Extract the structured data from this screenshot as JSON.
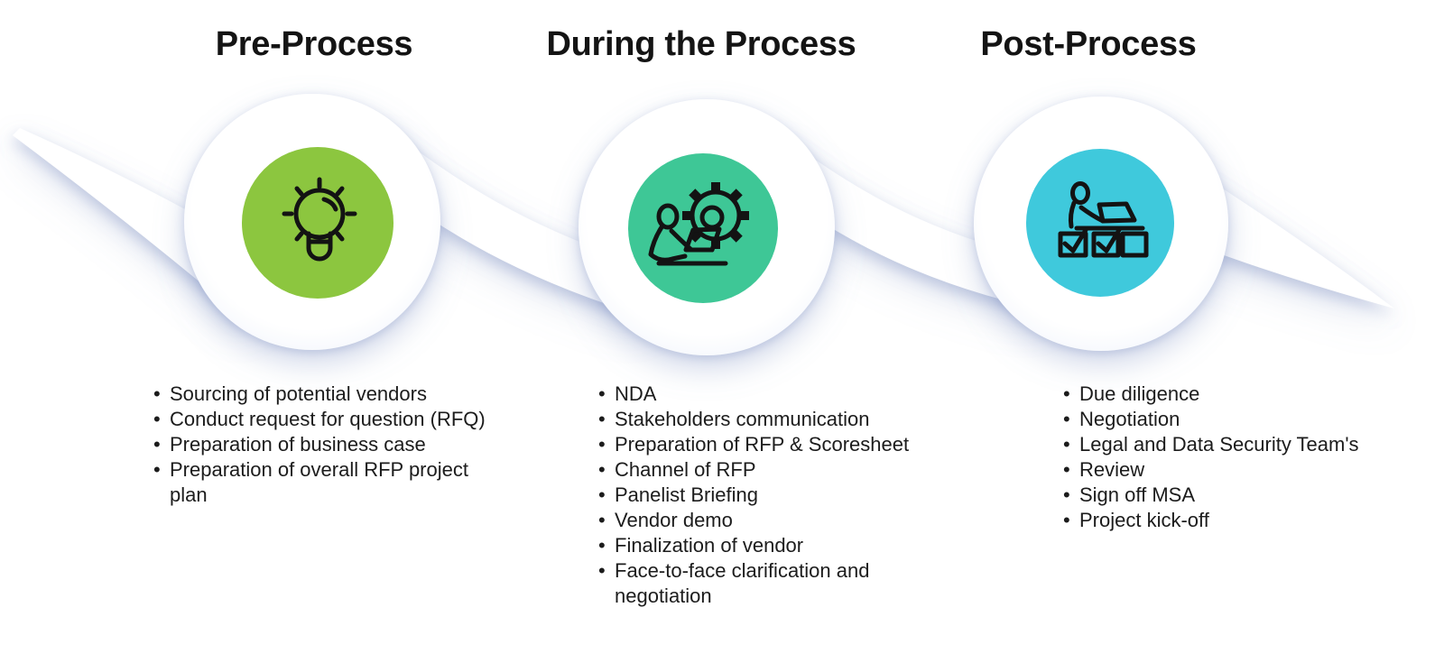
{
  "phases": [
    {
      "title": "Pre-Process",
      "icon": "lightbulb-icon",
      "circle_color": "#8CC63F",
      "items": [
        "Sourcing of potential vendors",
        "Conduct request for question (RFQ)",
        "Preparation of business case",
        "Preparation of overall RFP project plan"
      ]
    },
    {
      "title": "During the Process",
      "icon": "teamwork-gear-icon",
      "circle_color": "#3EC796",
      "items": [
        "NDA",
        "Stakeholders communication",
        "Preparation of RFP & Scoresheet",
        "Channel of RFP",
        "Panelist Briefing",
        "Vendor demo",
        "Finalization of vendor",
        "Face-to-face clarification and negotiation"
      ]
    },
    {
      "title": "Post-Process",
      "icon": "checklist-person-icon",
      "circle_color": "#3FC9DC",
      "items": [
        "Due diligence",
        "Negotiation",
        "Legal and Data Security Team's",
        "Review",
        "Sign off MSA",
        "Project kick-off"
      ]
    }
  ],
  "bullet_char": "•",
  "colors": {
    "background": "#FFFFFF",
    "heading_text": "#141414",
    "body_text": "#1C1C1C",
    "icon_stroke": "#131313",
    "ribbon_fill": "#FFFFFF",
    "ribbon_shadow": "#8C9CC8"
  }
}
